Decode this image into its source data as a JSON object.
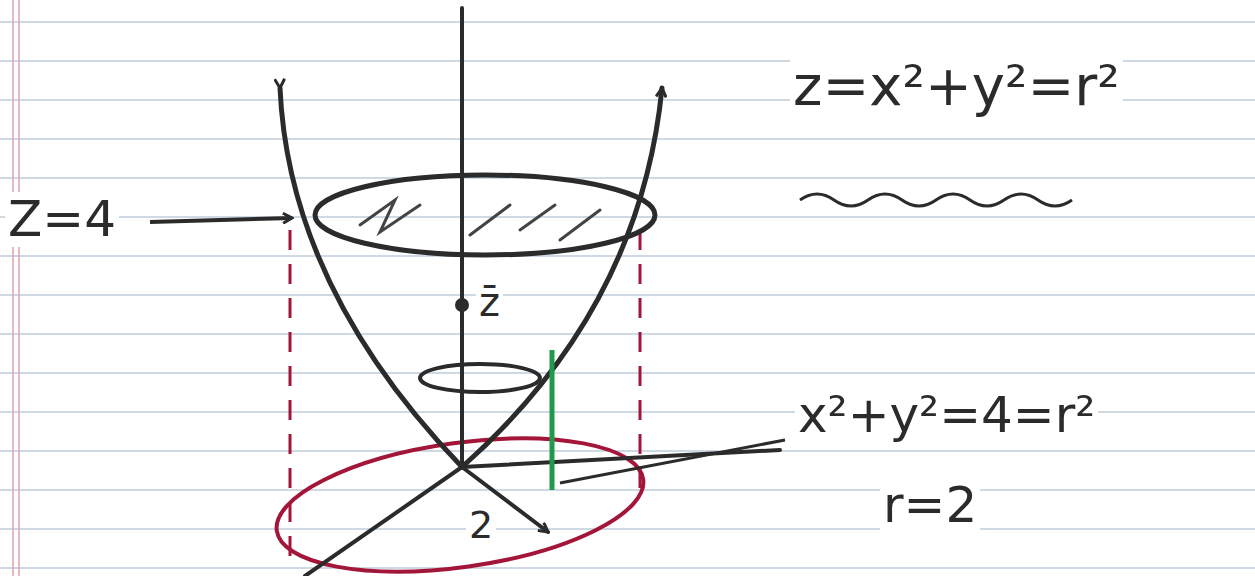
{
  "diagram": {
    "labels": [
      "Z=4",
      "z=x²+y²=r²",
      "z̄",
      "x²+y²=4=r²",
      "r=2",
      "2"
    ]
  }
}
